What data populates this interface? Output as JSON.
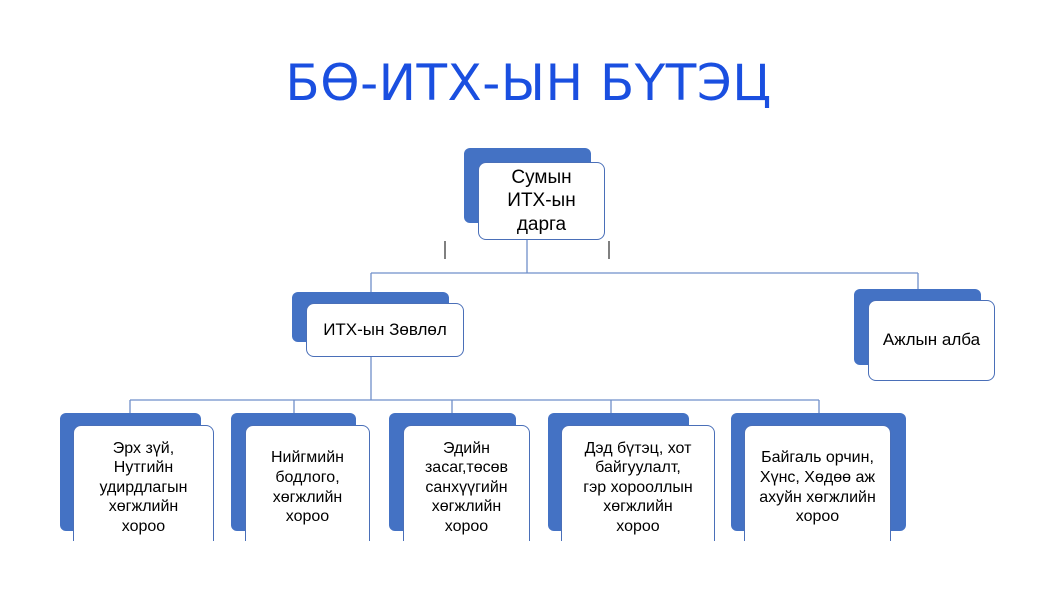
{
  "title": "БӨ-ИТХ-ЫН БҮТЭЦ",
  "nodes": {
    "chairman": "Сумын\nИТХ-ын\nдарга",
    "council": "ИТХ-ын Зөвлөл",
    "office": "Ажлын алба",
    "committee_1": "Эрх зүй,\nНутгийн\nудирдлагын\nхөгжлийн\nхороо",
    "committee_2": "Нийгмийн\nбодлого,\nхөгжлийн\nхороо",
    "committee_3": "Эдийн\nзасаг,төсөв\nсанхүүгийн\nхөгжлийн\nхороо",
    "committee_4": "Дэд бүтэц, хот\nбайгуулалт,\nгэр хорооллын\nхөгжлийн\nхороо",
    "committee_5": "Байгаль орчин,\nХүнс, Хөдөө аж\nахуйн хөгжлийн\nхороо"
  },
  "colors": {
    "title": "#1a4fe0",
    "node_back": "#4472c4",
    "node_border": "#4a6fb8",
    "connector": "#6f8fc9"
  }
}
